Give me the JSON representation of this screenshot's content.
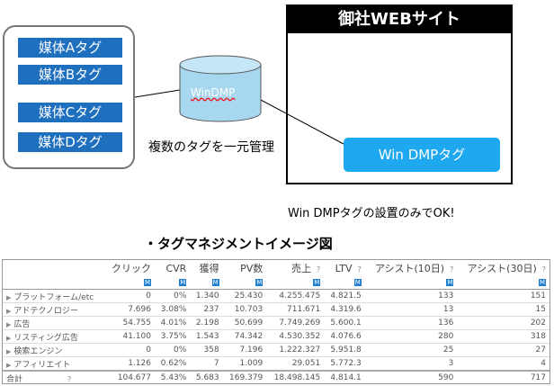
{
  "left_tags": [
    "媒体Aタグ",
    "媒体Bタグ",
    "媒体Cタグ",
    "媒体Dタグ"
  ],
  "db_label": "WinDMP",
  "db_caption": "複数のタグを一元管理",
  "site": {
    "title": "御社WEBサイト",
    "tag_label": "Win DMPタグ"
  },
  "site_caption": "Win DMPタグの設置のみでOK!",
  "section_title": "・タグマネジメントイメージ図",
  "table": {
    "headers": [
      "クリック",
      "CVR",
      "獲得",
      "PV数",
      "売上",
      "LTV",
      "アシスト(10日)",
      "アシスト(30日)"
    ],
    "help": "?",
    "m_icon": "M",
    "rows": [
      {
        "label": "プラットフォーム/etc",
        "values": [
          "0",
          "0%",
          "1.340",
          "25.430",
          "4.255.475",
          "4.821.5",
          "133",
          "151"
        ]
      },
      {
        "label": "アドテクノロジー",
        "values": [
          "7.696",
          "3.08%",
          "237",
          "10.703",
          "711.671",
          "4.319.6",
          "13",
          "15"
        ]
      },
      {
        "label": "広告",
        "values": [
          "54.755",
          "4.01%",
          "2.198",
          "50.699",
          "7.749.269",
          "5.600.1",
          "136",
          "202"
        ]
      },
      {
        "label": "リスティング広告",
        "values": [
          "41.100",
          "3.75%",
          "1.543",
          "74.342",
          "4.530.352",
          "4.076.6",
          "280",
          "318"
        ]
      },
      {
        "label": "検索エンジン",
        "values": [
          "0",
          "0%",
          "358",
          "7.196",
          "1.222.327",
          "5.951.8",
          "25",
          "27"
        ]
      },
      {
        "label": "アフィリエイト",
        "values": [
          "1.126",
          "0.62%",
          "7",
          "1.009",
          "29.051",
          "5.772.3",
          "3",
          "4"
        ]
      }
    ],
    "total": {
      "label": "合計",
      "values": [
        "104.677",
        "5.43%",
        "5.683",
        "169.379",
        "18.498.145",
        "4.814.1",
        "590",
        "717"
      ]
    }
  }
}
